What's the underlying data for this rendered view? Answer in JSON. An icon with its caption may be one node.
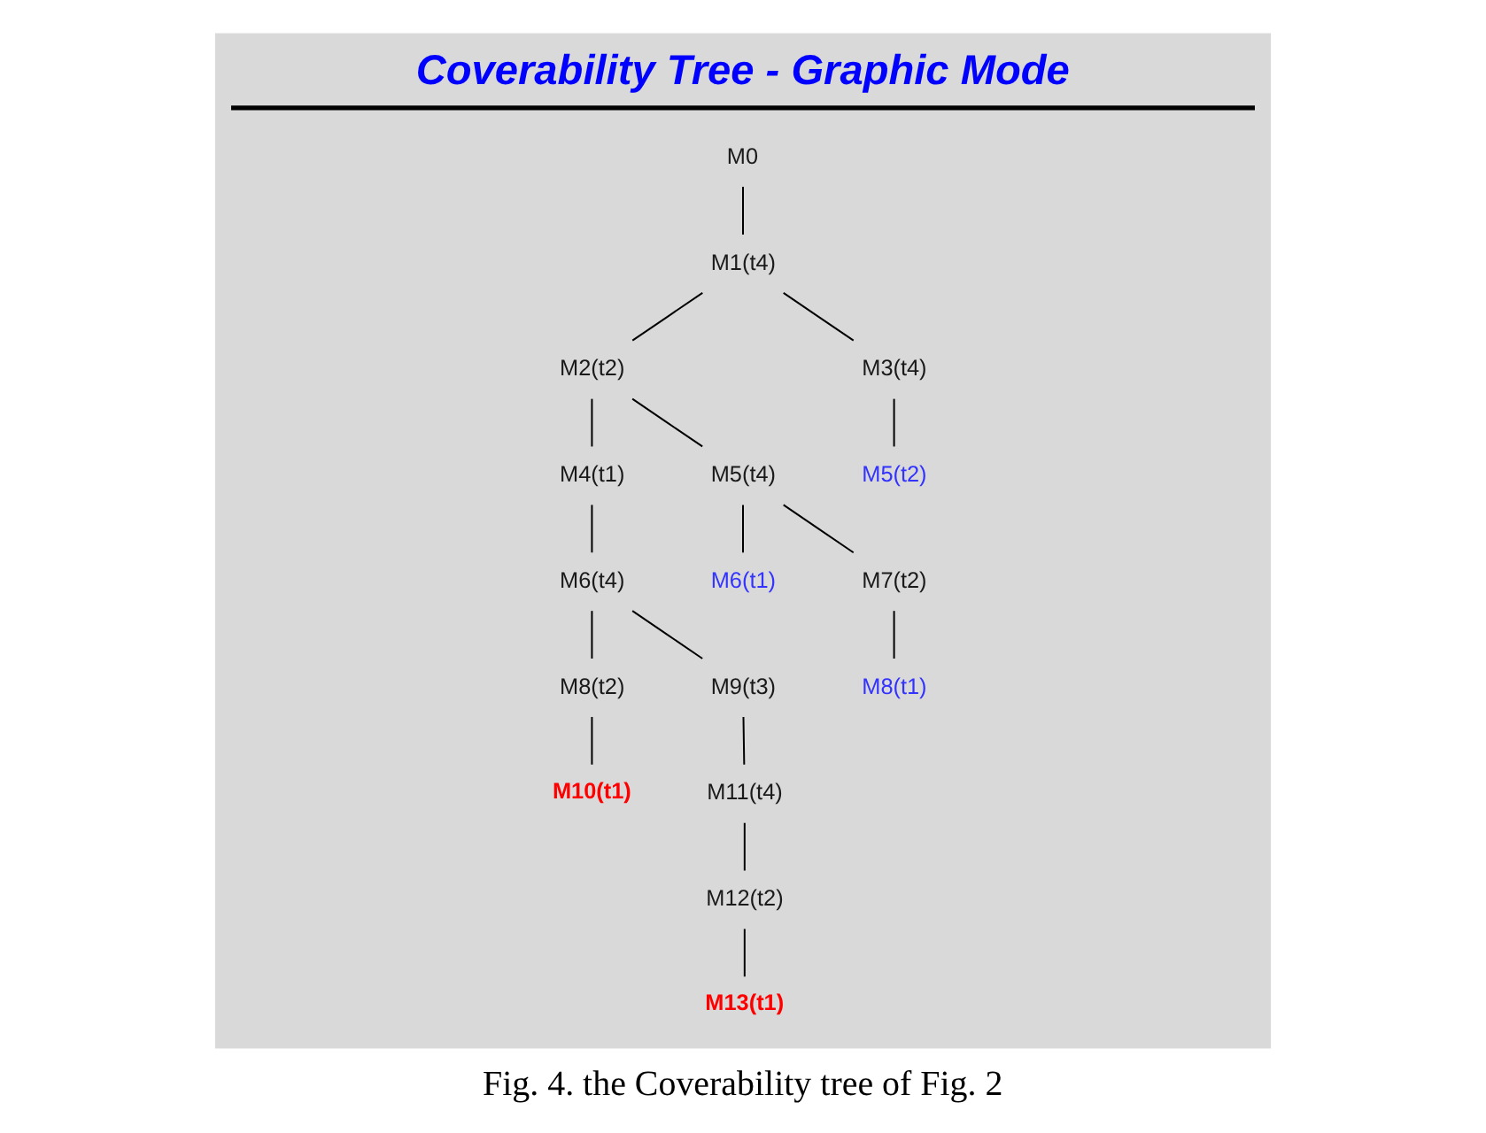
{
  "diagram": {
    "caption": "Fig. 4. the Coverability tree of Fig. 2",
    "nodes": [
      {
        "text": [
          "Coverability Tree - Graphic Mode"
        ]
      },
      {
        "text": [
          "M0"
        ],
        "in": 0
      },
      {
        "text": [
          "M1(t4)"
        ],
        "in": 0
      },
      {
        "text": [
          "M2(t2)"
        ],
        "in": 0
      },
      {
        "text": [
          "M3(t4)"
        ],
        "in": 0
      },
      {
        "text": [
          "M4(t1)"
        ],
        "in": 0
      },
      {
        "text": [
          "M5(t4)"
        ],
        "in": 0
      },
      {
        "text": [
          "M5(t2)"
        ],
        "in": 0
      },
      {
        "text": [
          "M6(t4)"
        ],
        "in": 0
      },
      {
        "text": [
          "M6(t1)"
        ],
        "in": 0
      },
      {
        "text": [
          "M7(t2)"
        ],
        "in": 0
      },
      {
        "text": [
          "M8(t2)"
        ],
        "in": 0
      },
      {
        "text": [
          "M9(t3)"
        ],
        "in": 0
      },
      {
        "text": [
          "M8(t1)"
        ],
        "in": 0
      },
      {
        "text": [
          "M10(t1)"
        ],
        "in": 0
      },
      {
        "text": [
          "M11(t4)"
        ],
        "in": 0
      },
      {
        "text": [
          "M12(t2)"
        ],
        "in": 0
      },
      {
        "text": [
          "M13(t1)"
        ],
        "in": 0
      }
    ],
    "edges": [
      {
        "from": 1,
        "to": 2,
        "arrow": "none"
      },
      {
        "from": 2,
        "to": 3,
        "arrow": "none"
      },
      {
        "from": 2,
        "to": 4,
        "arrow": "none"
      },
      {
        "from": 3,
        "to": 5,
        "arrow": "none"
      },
      {
        "from": 3,
        "to": 6,
        "arrow": "none"
      },
      {
        "from": 4,
        "to": 7,
        "arrow": "none"
      },
      {
        "from": 5,
        "to": 8,
        "arrow": "none"
      },
      {
        "from": 6,
        "to": 9,
        "arrow": "none"
      },
      {
        "from": 6,
        "to": 10,
        "arrow": "none"
      },
      {
        "from": 8,
        "to": 11,
        "arrow": "none"
      },
      {
        "from": 8,
        "to": 12,
        "arrow": "none"
      },
      {
        "from": 10,
        "to": 13,
        "arrow": "none"
      },
      {
        "from": 11,
        "to": 14,
        "arrow": "none"
      },
      {
        "from": 12,
        "to": 15,
        "arrow": "none"
      },
      {
        "from": 15,
        "to": 16,
        "arrow": "none"
      },
      {
        "from": 16,
        "to": 17,
        "arrow": "none"
      }
    ]
  }
}
